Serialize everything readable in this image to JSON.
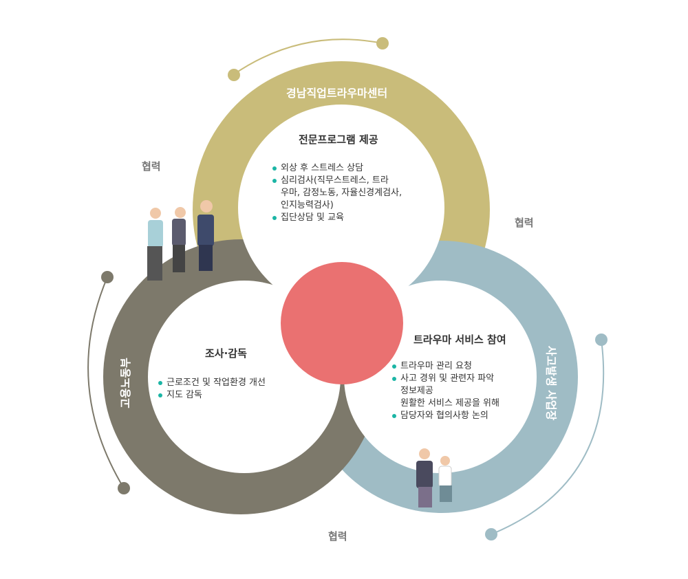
{
  "colors": {
    "top": "#c9bc7a",
    "right": "#9fbcc5",
    "left": "#7d796b",
    "center": "#ea7171",
    "bullet": "#1bb5a5"
  },
  "top": {
    "ring_label": "경남직업트라우마센터",
    "title": "전문프로그램 제공",
    "items": [
      {
        "text": "외상 후 스트레스 상담",
        "bullet": true
      },
      {
        "text": "심리검사(직무스트레스, 트라",
        "bullet": true
      },
      {
        "text": "우마, 감정노동, 자율신경계검사,",
        "bullet": false
      },
      {
        "text": "인지능력검사)",
        "bullet": false
      },
      {
        "text": "집단상담 및 교육",
        "bullet": true
      }
    ]
  },
  "left": {
    "ring_label": "고용노동부",
    "title": "조사·감독",
    "items": [
      {
        "text": "근로조건 및 작업환경 개선",
        "bullet": true
      },
      {
        "text": "지도 감독",
        "bullet": true
      }
    ]
  },
  "right": {
    "ring_label": "사고발생 사업장",
    "title": "트라우마 서비스 참여",
    "items": [
      {
        "text": "트라우마 관리 요청",
        "bullet": true
      },
      {
        "text": "사고 경위 및 관련자 파악",
        "bullet": true
      },
      {
        "text": "정보제공",
        "bullet": false
      },
      {
        "text": "원활한 서비스 제공을 위해",
        "bullet": false
      },
      {
        "text": "담당자와 협의사항 논의",
        "bullet": true
      }
    ]
  },
  "cooperation": {
    "left": "협력",
    "right": "협력",
    "bottom": "협력"
  }
}
